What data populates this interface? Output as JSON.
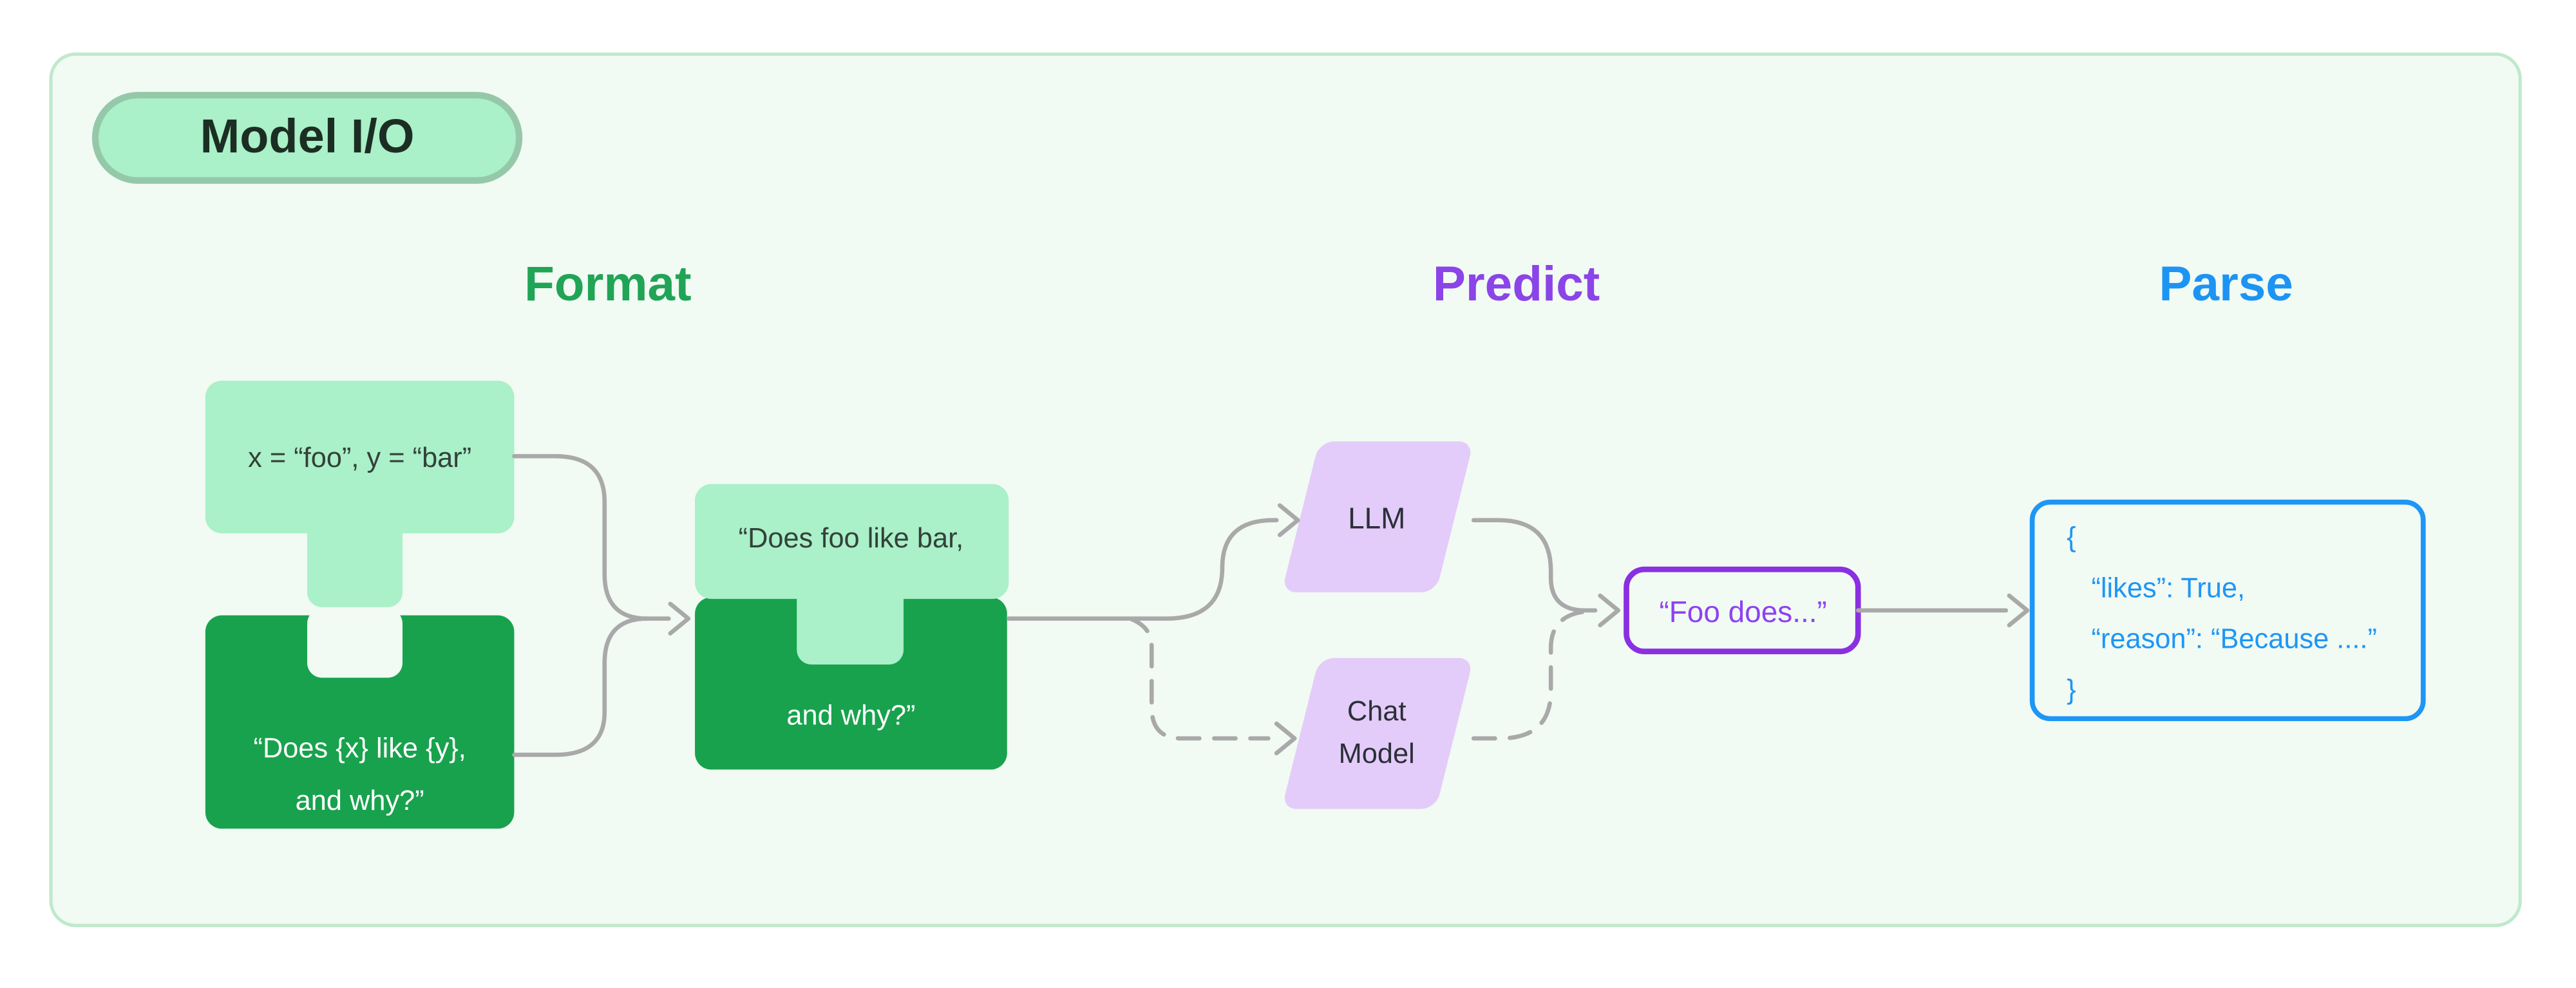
{
  "badge": {
    "label": "Model I/O"
  },
  "columns": {
    "format": "Format",
    "predict": "Predict",
    "parse": "Parse"
  },
  "nodes": {
    "variables": {
      "text": "x = “foo”, y = “bar”"
    },
    "template": {
      "line1": "“Does {x} like {y},",
      "line2": "and why?”"
    },
    "prompt": {
      "line1": "“Does foo like bar,",
      "line2": "and why?”"
    },
    "llm": {
      "label": "LLM"
    },
    "chat_model": {
      "line1": "Chat",
      "line2": "Model"
    },
    "completion": {
      "text": "“Foo does...”"
    },
    "parsed": {
      "lines": [
        "{",
        "“likes”: True,",
        "“reason”: “Because ....”",
        "}"
      ]
    }
  },
  "colors": {
    "page_bg": "#ffffff",
    "card_bg": "#f1faf3",
    "card_border": "#bfe9cc",
    "light_green": "#aaf0c8",
    "dark_green": "#18a24d",
    "badge_border": "#95c8a9",
    "badge_text": "#1c2e23",
    "format_heading": "#20a456",
    "predict_heading": "#8b44e7",
    "parse_heading": "#1c94f4",
    "lavender": "#e3ccf9",
    "arrow_gray": "#a9a9a9",
    "completion_border": "#8b2fe3",
    "completion_text": "#8d42f2",
    "parse_blue": "#1e96f5"
  }
}
